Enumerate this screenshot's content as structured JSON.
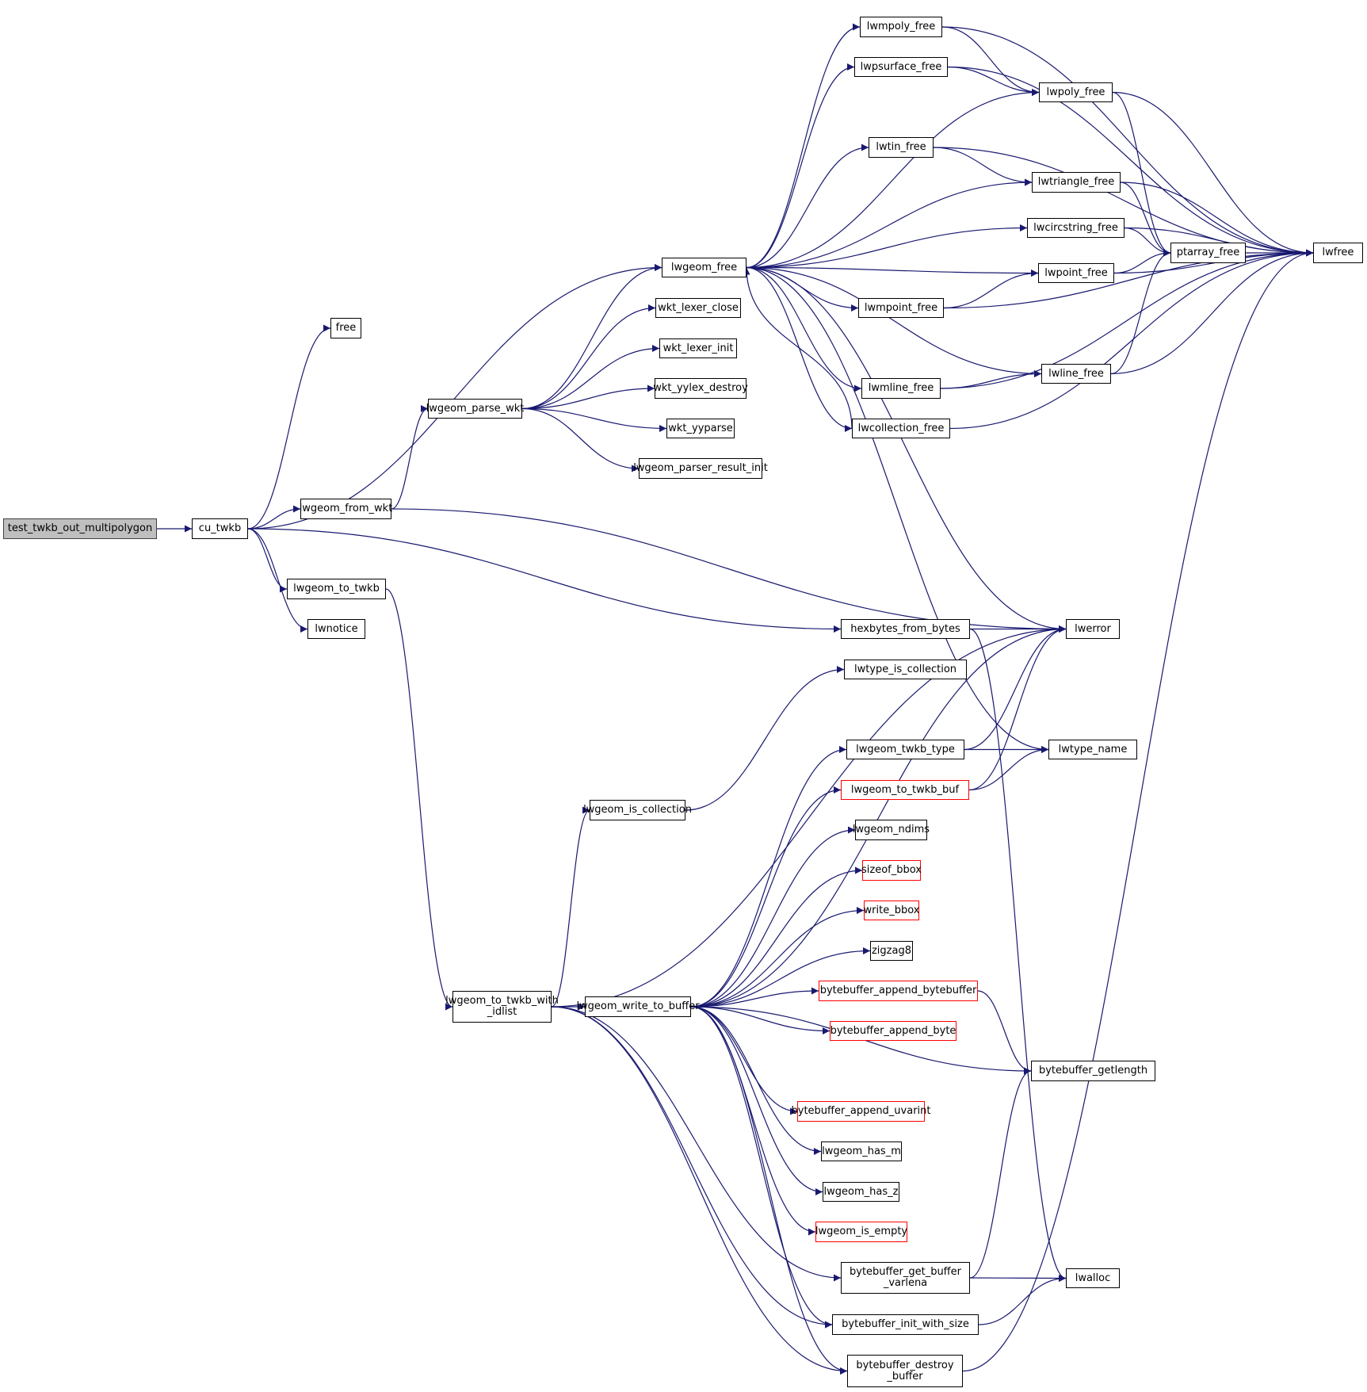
{
  "title": "Call graph for test_twkb_out_multipolygon",
  "colors": {
    "edge": "#191970",
    "root_fill": "#bfbfbf",
    "truncated_border": "#ff0000",
    "node_border": "#000000"
  },
  "nodes": [
    {
      "id": "test_twkb_out_multipolygon",
      "label": "test_twkb_out_multipolygon",
      "kind": "root"
    },
    {
      "id": "cu_twkb",
      "label": "cu_twkb",
      "kind": "normal"
    },
    {
      "id": "free",
      "label": "free",
      "kind": "normal"
    },
    {
      "id": "lwgeom_from_wkt",
      "label": "lwgeom_from_wkt",
      "kind": "normal"
    },
    {
      "id": "lwgeom_to_twkb",
      "label": "lwgeom_to_twkb",
      "kind": "normal"
    },
    {
      "id": "lwnotice",
      "label": "lwnotice",
      "kind": "normal"
    },
    {
      "id": "lwgeom_parse_wkt",
      "label": "lwgeom_parse_wkt",
      "kind": "normal"
    },
    {
      "id": "lwgeom_to_twkb_with_idlist",
      "label": "lwgeom_to_twkb_with\n_idlist",
      "kind": "normal"
    },
    {
      "id": "lwgeom_free",
      "label": "lwgeom_free",
      "kind": "normal"
    },
    {
      "id": "wkt_lexer_close",
      "label": "wkt_lexer_close",
      "kind": "normal"
    },
    {
      "id": "wkt_lexer_init",
      "label": "wkt_lexer_init",
      "kind": "normal"
    },
    {
      "id": "wkt_yylex_destroy",
      "label": "wkt_yylex_destroy",
      "kind": "normal"
    },
    {
      "id": "wkt_yyparse",
      "label": "wkt_yyparse",
      "kind": "normal"
    },
    {
      "id": "lwgeom_parser_result_init",
      "label": "lwgeom_parser_result_init",
      "kind": "normal"
    },
    {
      "id": "lwgeom_is_collection",
      "label": "lwgeom_is_collection",
      "kind": "normal"
    },
    {
      "id": "lwgeom_write_to_buffer",
      "label": "lwgeom_write_to_buffer",
      "kind": "normal"
    },
    {
      "id": "lwmpoly_free",
      "label": "lwmpoly_free",
      "kind": "normal"
    },
    {
      "id": "lwpsurface_free",
      "label": "lwpsurface_free",
      "kind": "normal"
    },
    {
      "id": "lwtin_free",
      "label": "lwtin_free",
      "kind": "normal"
    },
    {
      "id": "lwmpoint_free",
      "label": "lwmpoint_free",
      "kind": "normal"
    },
    {
      "id": "lwmline_free",
      "label": "lwmline_free",
      "kind": "normal"
    },
    {
      "id": "lwcollection_free",
      "label": "lwcollection_free",
      "kind": "normal"
    },
    {
      "id": "hexbytes_from_bytes",
      "label": "hexbytes_from_bytes",
      "kind": "normal"
    },
    {
      "id": "lwtype_is_collection",
      "label": "lwtype_is_collection",
      "kind": "normal"
    },
    {
      "id": "lwgeom_twkb_type",
      "label": "lwgeom_twkb_type",
      "kind": "normal"
    },
    {
      "id": "lwgeom_to_twkb_buf",
      "label": "lwgeom_to_twkb_buf",
      "kind": "truncated"
    },
    {
      "id": "lwgeom_ndims",
      "label": "lwgeom_ndims",
      "kind": "normal"
    },
    {
      "id": "sizeof_bbox",
      "label": "sizeof_bbox",
      "kind": "truncated"
    },
    {
      "id": "write_bbox",
      "label": "write_bbox",
      "kind": "truncated"
    },
    {
      "id": "zigzag8",
      "label": "zigzag8",
      "kind": "normal"
    },
    {
      "id": "bytebuffer_append_bytebuffer",
      "label": "bytebuffer_append_bytebuffer",
      "kind": "truncated"
    },
    {
      "id": "bytebuffer_append_byte",
      "label": "bytebuffer_append_byte",
      "kind": "truncated"
    },
    {
      "id": "bytebuffer_append_uvarint",
      "label": "bytebuffer_append_uvarint",
      "kind": "truncated"
    },
    {
      "id": "lwgeom_has_m",
      "label": "lwgeom_has_m",
      "kind": "normal"
    },
    {
      "id": "lwgeom_has_z",
      "label": "lwgeom_has_z",
      "kind": "normal"
    },
    {
      "id": "lwgeom_is_empty",
      "label": "lwgeom_is_empty",
      "kind": "truncated"
    },
    {
      "id": "bytebuffer_get_buffer_varlena",
      "label": "bytebuffer_get_buffer\n_varlena",
      "kind": "normal"
    },
    {
      "id": "bytebuffer_init_with_size",
      "label": "bytebuffer_init_with_size",
      "kind": "normal"
    },
    {
      "id": "bytebuffer_destroy_buffer",
      "label": "bytebuffer_destroy\n_buffer",
      "kind": "normal"
    },
    {
      "id": "lwpoly_free",
      "label": "lwpoly_free",
      "kind": "normal"
    },
    {
      "id": "lwtriangle_free",
      "label": "lwtriangle_free",
      "kind": "normal"
    },
    {
      "id": "lwcircstring_free",
      "label": "lwcircstring_free",
      "kind": "normal"
    },
    {
      "id": "lwpoint_free",
      "label": "lwpoint_free",
      "kind": "normal"
    },
    {
      "id": "lwline_free",
      "label": "lwline_free",
      "kind": "normal"
    },
    {
      "id": "lwerror",
      "label": "lwerror",
      "kind": "normal"
    },
    {
      "id": "lwtype_name",
      "label": "lwtype_name",
      "kind": "normal"
    },
    {
      "id": "bytebuffer_getlength",
      "label": "bytebuffer_getlength",
      "kind": "normal"
    },
    {
      "id": "lwalloc",
      "label": "lwalloc",
      "kind": "normal"
    },
    {
      "id": "ptarray_free",
      "label": "ptarray_free",
      "kind": "normal"
    },
    {
      "id": "lwfree",
      "label": "lwfree",
      "kind": "normal"
    }
  ],
  "edges": [
    [
      "test_twkb_out_multipolygon",
      "cu_twkb"
    ],
    [
      "cu_twkb",
      "free"
    ],
    [
      "cu_twkb",
      "lwgeom_free"
    ],
    [
      "cu_twkb",
      "lwgeom_from_wkt"
    ],
    [
      "cu_twkb",
      "hexbytes_from_bytes"
    ],
    [
      "cu_twkb",
      "lwgeom_to_twkb"
    ],
    [
      "cu_twkb",
      "lwnotice"
    ],
    [
      "lwgeom_from_wkt",
      "lwgeom_parse_wkt"
    ],
    [
      "lwgeom_from_wkt",
      "lwerror"
    ],
    [
      "lwgeom_parse_wkt",
      "lwgeom_free"
    ],
    [
      "lwgeom_parse_wkt",
      "wkt_lexer_close"
    ],
    [
      "lwgeom_parse_wkt",
      "wkt_lexer_init"
    ],
    [
      "lwgeom_parse_wkt",
      "wkt_yylex_destroy"
    ],
    [
      "lwgeom_parse_wkt",
      "wkt_yyparse"
    ],
    [
      "lwgeom_parse_wkt",
      "lwgeom_parser_result_init"
    ],
    [
      "lwgeom_to_twkb",
      "lwgeom_to_twkb_with_idlist"
    ],
    [
      "lwgeom_to_twkb_with_idlist",
      "lwerror"
    ],
    [
      "lwgeom_to_twkb_with_idlist",
      "lwgeom_is_collection"
    ],
    [
      "lwgeom_to_twkb_with_idlist",
      "lwgeom_write_to_buffer"
    ],
    [
      "lwgeom_to_twkb_with_idlist",
      "bytebuffer_get_buffer_varlena"
    ],
    [
      "lwgeom_to_twkb_with_idlist",
      "bytebuffer_init_with_size"
    ],
    [
      "lwgeom_to_twkb_with_idlist",
      "bytebuffer_destroy_buffer"
    ],
    [
      "lwgeom_is_collection",
      "lwtype_is_collection"
    ],
    [
      "lwgeom_free",
      "lwmpoly_free"
    ],
    [
      "lwgeom_free",
      "lwpsurface_free"
    ],
    [
      "lwgeom_free",
      "lwpoly_free"
    ],
    [
      "lwgeom_free",
      "lwtin_free"
    ],
    [
      "lwgeom_free",
      "lwtriangle_free"
    ],
    [
      "lwgeom_free",
      "lwcircstring_free"
    ],
    [
      "lwgeom_free",
      "lwpoint_free"
    ],
    [
      "lwgeom_free",
      "lwmpoint_free"
    ],
    [
      "lwgeom_free",
      "lwline_free"
    ],
    [
      "lwgeom_free",
      "lwmline_free"
    ],
    [
      "lwgeom_free",
      "lwcollection_free"
    ],
    [
      "lwgeom_free",
      "lwerror"
    ],
    [
      "lwgeom_free",
      "lwtype_name"
    ],
    [
      "lwcollection_free",
      "lwgeom_free"
    ],
    [
      "lwcollection_free",
      "lwfree"
    ],
    [
      "lwmpoly_free",
      "lwpoly_free"
    ],
    [
      "lwmpoly_free",
      "lwfree"
    ],
    [
      "lwpsurface_free",
      "lwpoly_free"
    ],
    [
      "lwpsurface_free",
      "lwfree"
    ],
    [
      "lwpoly_free",
      "ptarray_free"
    ],
    [
      "lwpoly_free",
      "lwfree"
    ],
    [
      "lwtin_free",
      "lwtriangle_free"
    ],
    [
      "lwtin_free",
      "lwfree"
    ],
    [
      "lwtriangle_free",
      "ptarray_free"
    ],
    [
      "lwtriangle_free",
      "lwfree"
    ],
    [
      "lwcircstring_free",
      "ptarray_free"
    ],
    [
      "lwcircstring_free",
      "lwfree"
    ],
    [
      "lwpoint_free",
      "ptarray_free"
    ],
    [
      "lwpoint_free",
      "lwfree"
    ],
    [
      "lwmpoint_free",
      "lwpoint_free"
    ],
    [
      "lwmpoint_free",
      "lwfree"
    ],
    [
      "lwline_free",
      "ptarray_free"
    ],
    [
      "lwline_free",
      "lwfree"
    ],
    [
      "lwmline_free",
      "lwline_free"
    ],
    [
      "lwmline_free",
      "lwfree"
    ],
    [
      "ptarray_free",
      "lwfree"
    ],
    [
      "hexbytes_from_bytes",
      "lwerror"
    ],
    [
      "hexbytes_from_bytes",
      "lwalloc"
    ],
    [
      "lwgeom_write_to_buffer",
      "lwerror"
    ],
    [
      "lwgeom_write_to_buffer",
      "lwgeom_twkb_type"
    ],
    [
      "lwgeom_write_to_buffer",
      "lwgeom_to_twkb_buf"
    ],
    [
      "lwgeom_write_to_buffer",
      "lwgeom_ndims"
    ],
    [
      "lwgeom_write_to_buffer",
      "sizeof_bbox"
    ],
    [
      "lwgeom_write_to_buffer",
      "write_bbox"
    ],
    [
      "lwgeom_write_to_buffer",
      "zigzag8"
    ],
    [
      "lwgeom_write_to_buffer",
      "bytebuffer_append_bytebuffer"
    ],
    [
      "lwgeom_write_to_buffer",
      "bytebuffer_append_byte"
    ],
    [
      "lwgeom_write_to_buffer",
      "bytebuffer_getlength"
    ],
    [
      "lwgeom_write_to_buffer",
      "bytebuffer_append_uvarint"
    ],
    [
      "lwgeom_write_to_buffer",
      "lwgeom_has_m"
    ],
    [
      "lwgeom_write_to_buffer",
      "lwgeom_has_z"
    ],
    [
      "lwgeom_write_to_buffer",
      "lwgeom_is_empty"
    ],
    [
      "lwgeom_write_to_buffer",
      "bytebuffer_init_with_size"
    ],
    [
      "lwgeom_write_to_buffer",
      "bytebuffer_destroy_buffer"
    ],
    [
      "lwgeom_twkb_type",
      "lwerror"
    ],
    [
      "lwgeom_twkb_type",
      "lwtype_name"
    ],
    [
      "lwgeom_to_twkb_buf",
      "lwerror"
    ],
    [
      "lwgeom_to_twkb_buf",
      "lwtype_name"
    ],
    [
      "bytebuffer_append_bytebuffer",
      "bytebuffer_getlength"
    ],
    [
      "bytebuffer_get_buffer_varlena",
      "bytebuffer_getlength"
    ],
    [
      "bytebuffer_get_buffer_varlena",
      "lwalloc"
    ],
    [
      "bytebuffer_init_with_size",
      "lwalloc"
    ],
    [
      "bytebuffer_destroy_buffer",
      "lwfree"
    ]
  ]
}
